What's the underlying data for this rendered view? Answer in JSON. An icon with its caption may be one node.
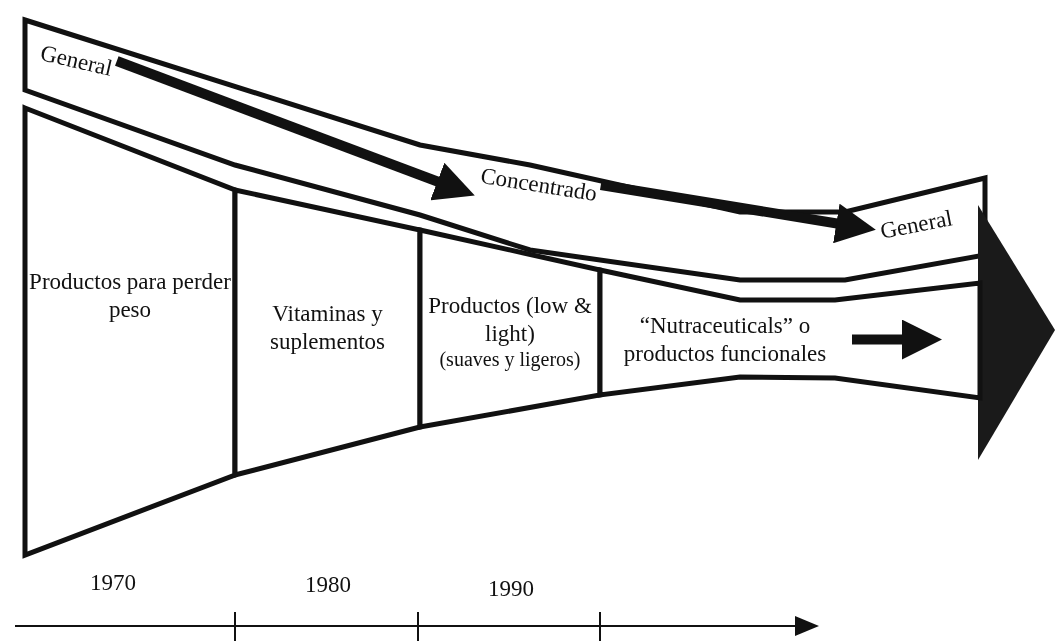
{
  "diagram": {
    "nodes": [
      {
        "text": [
          "General"
        ]
      },
      {
        "text": [
          "Concentrado"
        ]
      },
      {
        "text": [
          "General"
        ]
      },
      {
        "text": [
          "Productos para perder peso"
        ]
      },
      {
        "text": [
          "Vitaminas y suplementos"
        ]
      },
      {
        "text": [
          "Productos (low & light)",
          "(suaves y ligeros)"
        ]
      },
      {
        "text": [
          "“Nutraceuticals” o productos funcionales"
        ]
      }
    ],
    "edges": [
      {
        "from": 0,
        "to": 1,
        "arrow": "to"
      },
      {
        "from": 1,
        "to": 2,
        "arrow": "to"
      },
      {
        "from": 6,
        "to": null,
        "arrow": "to"
      }
    ],
    "labels": [
      "1970",
      "1980",
      "1990"
    ]
  }
}
